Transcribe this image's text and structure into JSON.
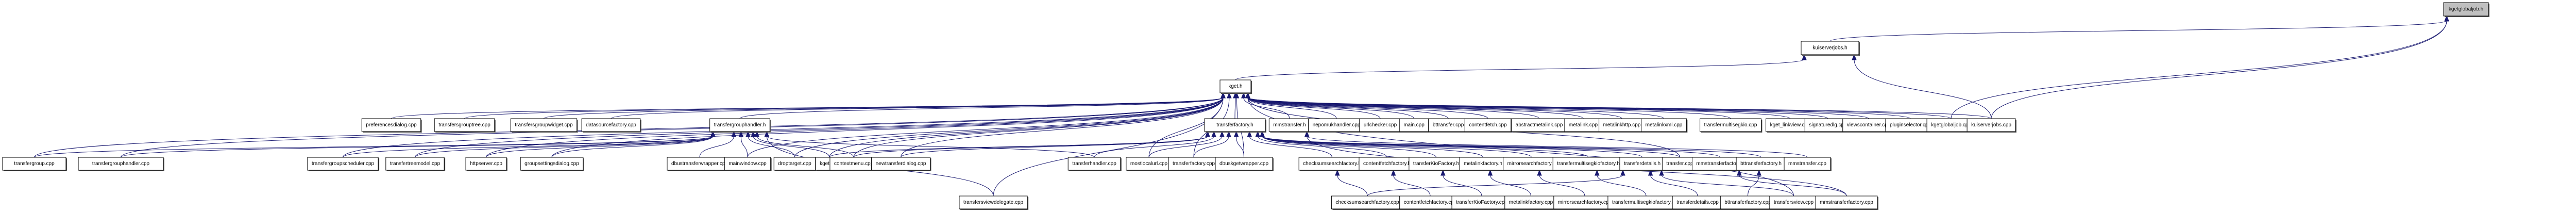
{
  "diagram": {
    "title": "kgetglobaljob.h include dependency graph (included by)",
    "root": "kgetglobaljob.h",
    "colors": {
      "edge": "#191970",
      "root_fill": "#bfbfbf",
      "node_fill": "#ffffff",
      "border": "#000000"
    },
    "nodes": [
      {
        "id": "kgetglobaljob_h",
        "label": "kgetglobaljob.h",
        "root": true
      },
      {
        "id": "kuiserverjobs_h",
        "label": "kuiserverjobs.h"
      },
      {
        "id": "kget_h",
        "label": "kget.h"
      },
      {
        "id": "preferencesdialog_cpp",
        "label": "preferencesdialog.cpp"
      },
      {
        "id": "transfersgrouptree_cpp",
        "label": "transfersgrouptree.cpp"
      },
      {
        "id": "transfersgroupwidget_cpp",
        "label": "transfersgroupwidget.cpp"
      },
      {
        "id": "datasourcefactory_cpp",
        "label": "datasourcefactory.cpp"
      },
      {
        "id": "transfergrouphandler_h",
        "label": "transfergrouphandler.h"
      },
      {
        "id": "transferfactory_h",
        "label": "transferfactory.h"
      },
      {
        "id": "mmstransfer_h",
        "label": "mmstransfer.h"
      },
      {
        "id": "nepomukhandler_cpp",
        "label": "nepomukhandler.cpp"
      },
      {
        "id": "urlchecker_cpp",
        "label": "urlchecker.cpp"
      },
      {
        "id": "main_cpp",
        "label": "main.cpp"
      },
      {
        "id": "bttransfer_cpp",
        "label": "bttransfer.cpp"
      },
      {
        "id": "contentfetch_cpp",
        "label": "contentfetch.cpp"
      },
      {
        "id": "abstractmetalink_cpp",
        "label": "abstractmetalink.cpp"
      },
      {
        "id": "metalink_cpp",
        "label": "metalink.cpp"
      },
      {
        "id": "metalinkhttp_cpp",
        "label": "metalinkhttp.cpp"
      },
      {
        "id": "metalinkxml_cpp",
        "label": "metalinkxml.cpp"
      },
      {
        "id": "transfermultisegkio_cpp",
        "label": "transfermultisegkio.cpp"
      },
      {
        "id": "kget_linkview_cpp",
        "label": "kget_linkview.cpp"
      },
      {
        "id": "signaturedlg_cpp",
        "label": "signaturedlg.cpp"
      },
      {
        "id": "viewscontainer_cpp",
        "label": "viewscontainer.cpp"
      },
      {
        "id": "pluginselector_cpp",
        "label": "pluginselector.cpp"
      },
      {
        "id": "kgetglobaljob_cpp",
        "label": "kgetglobaljob.cpp"
      },
      {
        "id": "kuiserverjobs_cpp",
        "label": "kuiserverjobs.cpp"
      },
      {
        "id": "transfergroup_cpp",
        "label": "transfergroup.cpp"
      },
      {
        "id": "transfergrouphandler_cpp",
        "label": "transfergrouphandler.cpp"
      },
      {
        "id": "transfergroupscheduler_cpp",
        "label": "transfergroupscheduler.cpp"
      },
      {
        "id": "transfertreemodel_cpp",
        "label": "transfertreemodel.cpp"
      },
      {
        "id": "httpserver_cpp",
        "label": "httpserver.cpp"
      },
      {
        "id": "groupsettingsdialog_cpp",
        "label": "groupsettingsdialog.cpp"
      },
      {
        "id": "dbustransferwrapper_cpp",
        "label": "dbustransferwrapper.cpp"
      },
      {
        "id": "mainwindow_cpp",
        "label": "mainwindow.cpp"
      },
      {
        "id": "droptarget_cpp",
        "label": "droptarget.cpp"
      },
      {
        "id": "kget_cpp",
        "label": "kget.cpp"
      },
      {
        "id": "contextmenu_cpp",
        "label": "contextmenu.cpp"
      },
      {
        "id": "newtransferdialog_cpp",
        "label": "newtransferdialog.cpp"
      },
      {
        "id": "transferhandler_cpp",
        "label": "transferhandler.cpp"
      },
      {
        "id": "mostlocalurl_cpp",
        "label": "mostlocalurl.cpp"
      },
      {
        "id": "transferfactory_cpp",
        "label": "transferfactory.cpp"
      },
      {
        "id": "dbuskgetwrapper_cpp",
        "label": "dbuskgetwrapper.cpp"
      },
      {
        "id": "checksumsearchfactory_h",
        "label": "checksumsearchfactory.h"
      },
      {
        "id": "contentfetchfactory_h",
        "label": "contentfetchfactory.h"
      },
      {
        "id": "transferKioFactory_h",
        "label": "transferKioFactory.h"
      },
      {
        "id": "metalinkfactory_h",
        "label": "metalinkfactory.h"
      },
      {
        "id": "mirrorsearchfactory_h",
        "label": "mirrorsearchfactory.h"
      },
      {
        "id": "transfermultisegkiofactory_h",
        "label": "transfermultisegkiofactory.h"
      },
      {
        "id": "transferdetails_h",
        "label": "transferdetails.h"
      },
      {
        "id": "transfer_cpp",
        "label": "transfer.cpp"
      },
      {
        "id": "mmstransferfactory_h",
        "label": "mmstransferfactory.h"
      },
      {
        "id": "bttransferfactory_h",
        "label": "bttransferfactory.h"
      },
      {
        "id": "mmstransfer_cpp",
        "label": "mmstransfer.cpp"
      },
      {
        "id": "transfersviewdelegate_cpp",
        "label": "transfersviewdelegate.cpp"
      },
      {
        "id": "checksumsearchfactory_cpp",
        "label": "checksumsearchfactory.cpp"
      },
      {
        "id": "contentfetchfactory_cpp",
        "label": "contentfetchfactory.cpp"
      },
      {
        "id": "transferKioFactory_cpp",
        "label": "transferKioFactory.cpp"
      },
      {
        "id": "metalinkfactory_cpp",
        "label": "metalinkfactory.cpp"
      },
      {
        "id": "mirrorsearchfactory_cpp",
        "label": "mirrorsearchfactory.cpp"
      },
      {
        "id": "transfermultisegkiofactory_cpp",
        "label": "transfermultisegkiofactory.cpp"
      },
      {
        "id": "transferdetails_cpp",
        "label": "transferdetails.cpp"
      },
      {
        "id": "bttransferfactory_cpp",
        "label": "bttransferfactory.cpp"
      },
      {
        "id": "transfersview_cpp",
        "label": "transfersview.cpp"
      },
      {
        "id": "mmstransferfactory_cpp",
        "label": "mmstransferfactory.cpp"
      }
    ],
    "edges": [
      [
        "kuiserverjobs_h",
        "kgetglobaljob_h"
      ],
      [
        "kgetglobaljob_cpp",
        "kgetglobaljob_h"
      ],
      [
        "kuiserverjobs_cpp",
        "kgetglobaljob_h"
      ],
      [
        "kget_h",
        "kuiserverjobs_h"
      ],
      [
        "kuiserverjobs_cpp",
        "kuiserverjobs_h"
      ],
      [
        "preferencesdialog_cpp",
        "kget_h"
      ],
      [
        "transfersgrouptree_cpp",
        "kget_h"
      ],
      [
        "transfersgroupwidget_cpp",
        "kget_h"
      ],
      [
        "datasourcefactory_cpp",
        "kget_h"
      ],
      [
        "transfergrouphandler_h",
        "kget_h"
      ],
      [
        "transferfactory_h",
        "kget_h"
      ],
      [
        "mmstransfer_h",
        "kget_h"
      ],
      [
        "nepomukhandler_cpp",
        "kget_h"
      ],
      [
        "urlchecker_cpp",
        "kget_h"
      ],
      [
        "main_cpp",
        "kget_h"
      ],
      [
        "bttransfer_cpp",
        "kget_h"
      ],
      [
        "contentfetch_cpp",
        "kget_h"
      ],
      [
        "abstractmetalink_cpp",
        "kget_h"
      ],
      [
        "metalink_cpp",
        "kget_h"
      ],
      [
        "metalinkhttp_cpp",
        "kget_h"
      ],
      [
        "metalinkxml_cpp",
        "kget_h"
      ],
      [
        "transfermultisegkio_cpp",
        "kget_h"
      ],
      [
        "kget_linkview_cpp",
        "kget_h"
      ],
      [
        "signaturedlg_cpp",
        "kget_h"
      ],
      [
        "viewscontainer_cpp",
        "kget_h"
      ],
      [
        "pluginselector_cpp",
        "kget_h"
      ],
      [
        "kgetglobaljob_cpp",
        "kget_h"
      ],
      [
        "kuiserverjobs_cpp",
        "kget_h"
      ],
      [
        "transfergroup_cpp",
        "kget_h"
      ],
      [
        "transfergrouphandler_cpp",
        "kget_h"
      ],
      [
        "transfergroupscheduler_cpp",
        "kget_h"
      ],
      [
        "transfertreemodel_cpp",
        "kget_h"
      ],
      [
        "httpserver_cpp",
        "kget_h"
      ],
      [
        "groupsettingsdialog_cpp",
        "kget_h"
      ],
      [
        "mainwindow_cpp",
        "kget_h"
      ],
      [
        "droptarget_cpp",
        "kget_h"
      ],
      [
        "kget_cpp",
        "kget_h"
      ],
      [
        "contextmenu_cpp",
        "kget_h"
      ],
      [
        "newtransferdialog_cpp",
        "kget_h"
      ],
      [
        "mostlocalurl_cpp",
        "kget_h"
      ],
      [
        "transferfactory_cpp",
        "kget_h"
      ],
      [
        "dbuskgetwrapper_cpp",
        "kget_h"
      ],
      [
        "transfer_cpp",
        "kget_h"
      ],
      [
        "transfersviewdelegate_cpp",
        "kget_h"
      ],
      [
        "transfersview_cpp",
        "kget_h"
      ],
      [
        "transfergroup_cpp",
        "transfergrouphandler_h"
      ],
      [
        "transfergrouphandler_cpp",
        "transfergrouphandler_h"
      ],
      [
        "transfergroupscheduler_cpp",
        "transfergrouphandler_h"
      ],
      [
        "transfertreemodel_cpp",
        "transfergrouphandler_h"
      ],
      [
        "httpserver_cpp",
        "transfergrouphandler_h"
      ],
      [
        "groupsettingsdialog_cpp",
        "transfergrouphandler_h"
      ],
      [
        "dbustransferwrapper_cpp",
        "transfergrouphandler_h"
      ],
      [
        "mainwindow_cpp",
        "transfergrouphandler_h"
      ],
      [
        "droptarget_cpp",
        "transfergrouphandler_h"
      ],
      [
        "kget_cpp",
        "transfergrouphandler_h"
      ],
      [
        "contextmenu_cpp",
        "transfergrouphandler_h"
      ],
      [
        "transferhandler_cpp",
        "transfergrouphandler_h"
      ],
      [
        "transfersviewdelegate_cpp",
        "transfergrouphandler_h"
      ],
      [
        "kget_cpp",
        "transferfactory_h"
      ],
      [
        "contextmenu_cpp",
        "transferfactory_h"
      ],
      [
        "newtransferdialog_cpp",
        "transferfactory_h"
      ],
      [
        "transferhandler_cpp",
        "transferfactory_h"
      ],
      [
        "mostlocalurl_cpp",
        "transferfactory_h"
      ],
      [
        "transferfactory_cpp",
        "transferfactory_h"
      ],
      [
        "dbuskgetwrapper_cpp",
        "transferfactory_h"
      ],
      [
        "checksumsearchfactory_h",
        "transferfactory_h"
      ],
      [
        "contentfetchfactory_h",
        "transferfactory_h"
      ],
      [
        "transferKioFactory_h",
        "transferfactory_h"
      ],
      [
        "metalinkfactory_h",
        "transferfactory_h"
      ],
      [
        "mirrorsearchfactory_h",
        "transferfactory_h"
      ],
      [
        "transfermultisegkiofactory_h",
        "transferfactory_h"
      ],
      [
        "transferdetails_h",
        "transferfactory_h"
      ],
      [
        "transfer_cpp",
        "transferfactory_h"
      ],
      [
        "mmstransferfactory_h",
        "transferfactory_h"
      ],
      [
        "bttransferfactory_h",
        "transferfactory_h"
      ],
      [
        "mmstransfer_cpp",
        "mmstransfer_h"
      ],
      [
        "mmstransferfactory_cpp",
        "mmstransfer_h"
      ],
      [
        "checksumsearchfactory_cpp",
        "checksumsearchfactory_h"
      ],
      [
        "contentfetchfactory_cpp",
        "contentfetchfactory_h"
      ],
      [
        "transferKioFactory_cpp",
        "transferKioFactory_h"
      ],
      [
        "metalinkfactory_cpp",
        "metalinkfactory_h"
      ],
      [
        "mirrorsearchfactory_cpp",
        "mirrorsearchfactory_h"
      ],
      [
        "transfermultisegkiofactory_cpp",
        "transfermultisegkiofactory_h"
      ],
      [
        "checksumsearchfactory_cpp",
        "transferdetails_h"
      ],
      [
        "transferdetails_cpp",
        "transferdetails_h"
      ],
      [
        "transfersview_cpp",
        "transferdetails_h"
      ],
      [
        "mmstransferfactory_cpp",
        "mmstransferfactory_h"
      ],
      [
        "bttransferfactory_cpp",
        "bttransferfactory_h"
      ]
    ]
  }
}
